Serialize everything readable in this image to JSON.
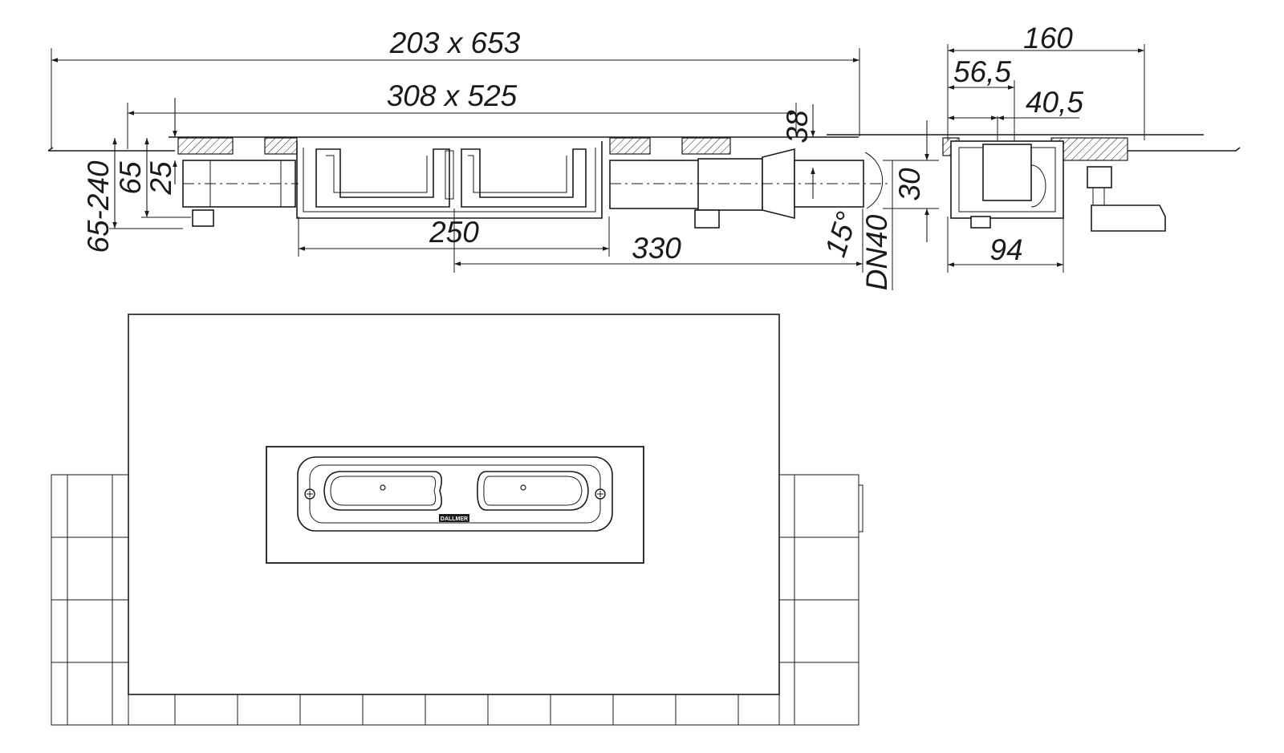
{
  "dimensions": {
    "overall_plate": "203 x 653",
    "grate": "308 x 525",
    "top_depth": "38",
    "build_height_range": "65-240",
    "height_65": "65",
    "height_25": "25",
    "spacing_250": "250",
    "outlet_distance_330": "330",
    "outlet_angle": "15°",
    "outlet_size": "DN40",
    "outlet_height_30": "30",
    "side_width_160": "160",
    "side_56_5": "56,5",
    "side_40_5": "40,5",
    "side_94": "94"
  },
  "grate_label": "DALLMER"
}
